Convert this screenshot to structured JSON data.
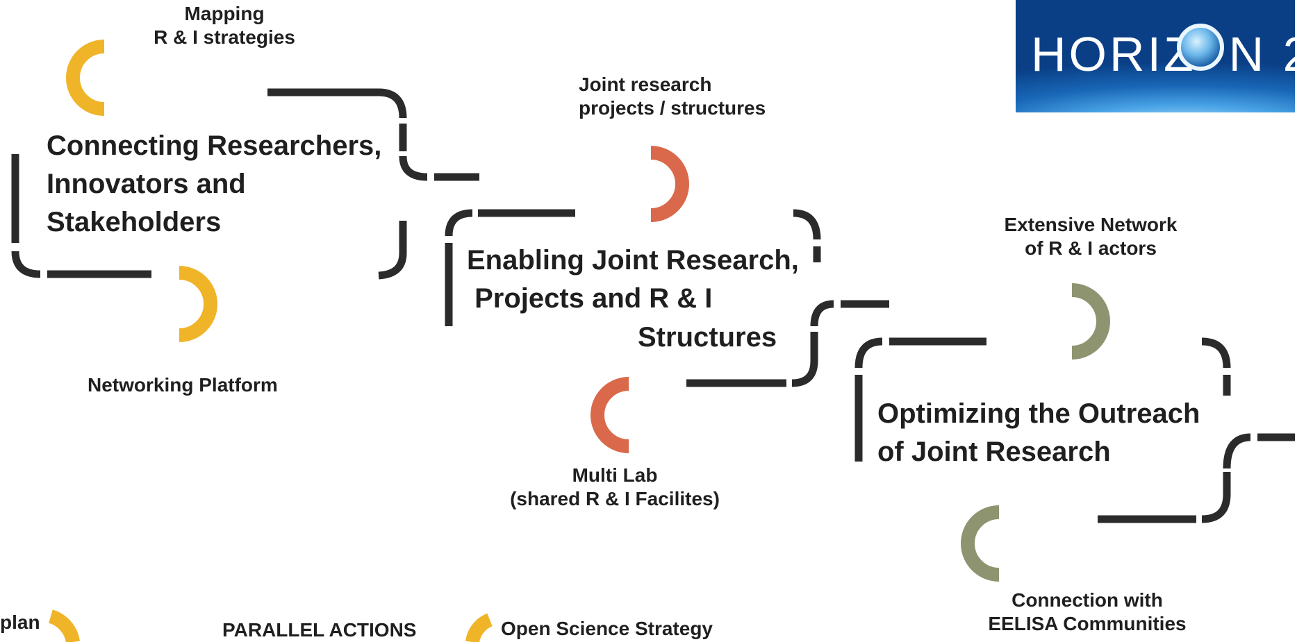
{
  "labels": {
    "mapping": "Mapping\nR & I strategies",
    "networking": "Networking Platform",
    "joint_research": "Joint research\nprojects / structures",
    "multilab": "Multi Lab\n(shared R & I Facilites)",
    "extensive": "Extensive Network\nof R & I actors",
    "connection": "Connection with\nEELISA Communities",
    "plan": "plan",
    "parallel": "PARALLEL ACTIONS",
    "open_science": "Open Science Strategy"
  },
  "titles": {
    "connecting": "Connecting Researchers,\nInnovators and\nStakeholders",
    "enabling": "Enabling Joint Research,\n Projects and R & I",
    "enabling_last": "Structures",
    "optimizing": "Optimizing the Outreach\nof Joint Research"
  },
  "logo": {
    "text": "HORIZ  N 2"
  },
  "colors": {
    "line": "#2b2b2b",
    "yellow": "#f0b429",
    "orange": "#d9694a",
    "olive": "#8e9470",
    "text": "#1f1f1f"
  }
}
